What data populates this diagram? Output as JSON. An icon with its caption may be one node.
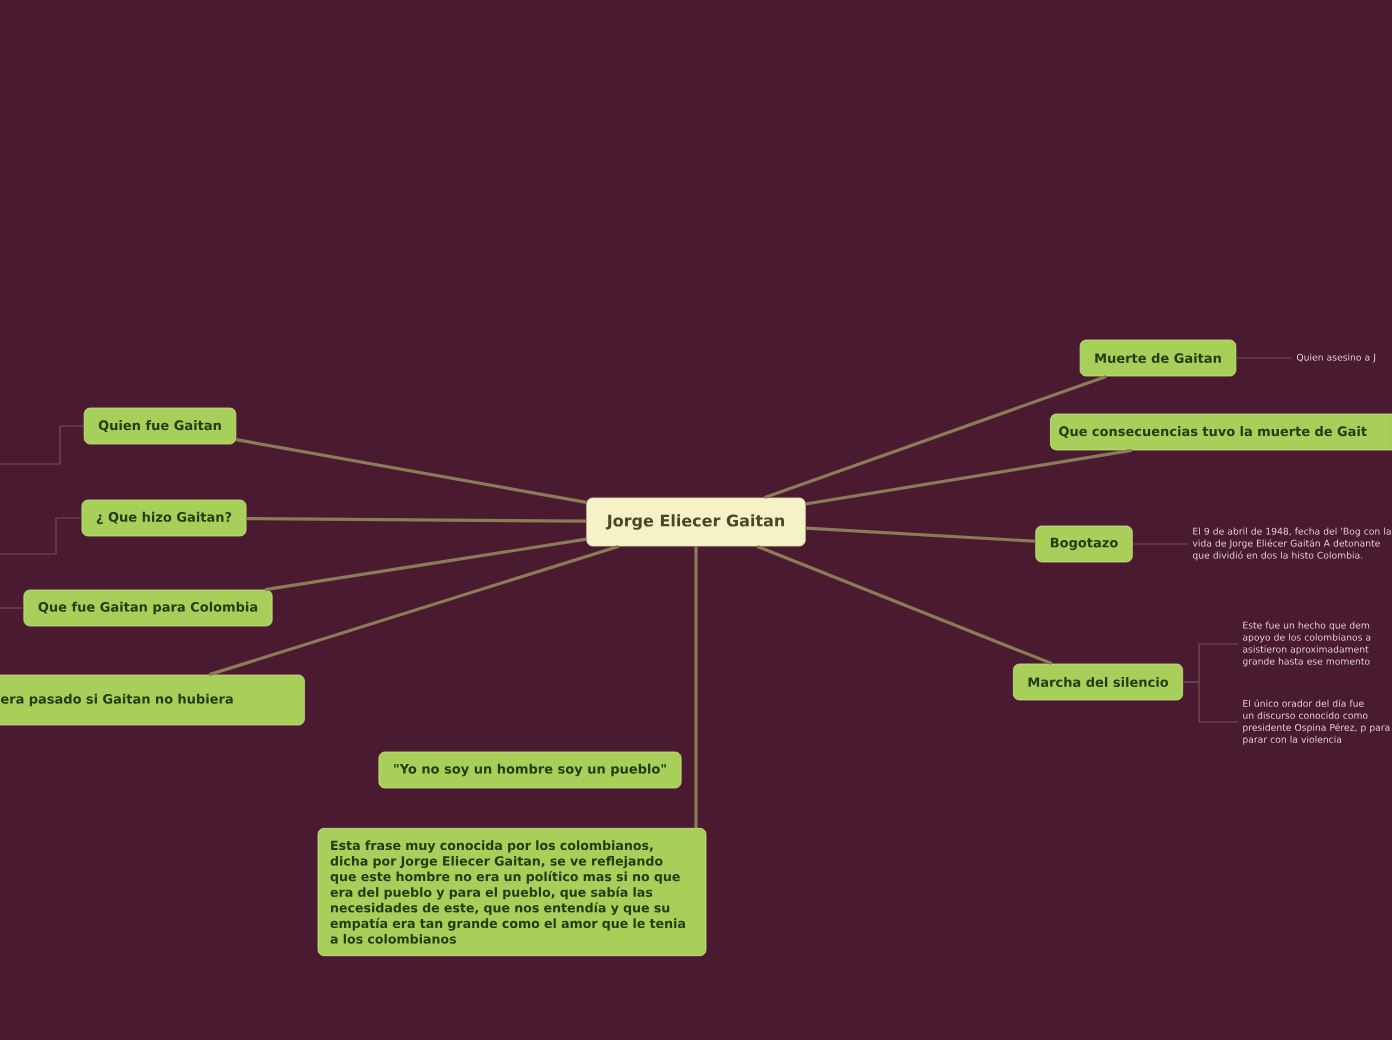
{
  "diagram": {
    "nodes": [
      {
        "text": [
          "Jorge Eliecer Gaitan"
        ]
      },
      {
        "text": [
          "Quien fue Gaitan"
        ]
      },
      {
        "text": [
          "¿ Que hizo Gaitan?"
        ]
      },
      {
        "text": [
          "Que fue Gaitan para Colombia"
        ]
      },
      {
        "text": [
          "era pasado si Gaitan no hubiera"
        ]
      },
      {
        "text": [
          "\"Yo no soy un hombre soy un pueblo\""
        ]
      },
      {
        "text": [
          "Esta frase muy conocida por los colombianos, dicha por Jorge Eliecer Gaitan, se ve reflejando que este hombre no era un político mas si no que era del pueblo y para el pueblo, que sabía las necesidades de este, que nos entendía y que su empatía era tan grande como el amor que le tenia a los colombianos"
        ]
      },
      {
        "text": [
          "Muerte de Gaitan"
        ]
      },
      {
        "text": [
          "Que consecuencias tuvo la muerte de Gait"
        ]
      },
      {
        "text": [
          "Bogotazo"
        ]
      },
      {
        "text": [
          "Marcha del silencio"
        ]
      },
      {
        "text": [
          "Quien asesino a J"
        ]
      },
      {
        "text": [
          "El 9 de abril de 1948, fecha del 'Bog con la vida de Jorge Eliécer Gaitán A detonante que dividió en dos la histo Colombia."
        ]
      },
      {
        "text": [
          "Este fue un hecho que dem apoyo de los colombianos a asistieron aproximadament grande hasta ese momento"
        ]
      },
      {
        "text": [
          "El único orador del día fue un discurso conocido como presidente Ospina Pérez, p para parar con la violencia"
        ]
      }
    ],
    "edges": [
      {
        "from": 0,
        "to": 1,
        "arrow": "none"
      },
      {
        "from": 0,
        "to": 2,
        "arrow": "none"
      },
      {
        "from": 0,
        "to": 3,
        "arrow": "none"
      },
      {
        "from": 0,
        "to": 4,
        "arrow": "none"
      },
      {
        "from": 0,
        "to": 6,
        "arrow": "none"
      },
      {
        "from": 0,
        "to": 7,
        "arrow": "none"
      },
      {
        "from": 0,
        "to": 8,
        "arrow": "none"
      },
      {
        "from": 0,
        "to": 9,
        "arrow": "none"
      },
      {
        "from": 0,
        "to": 10,
        "arrow": "none"
      },
      {
        "from": 7,
        "to": 11,
        "arrow": "none",
        "color": "#74504c"
      },
      {
        "from": 9,
        "to": 12,
        "arrow": "none",
        "color": "#74504c"
      },
      {
        "from": 10,
        "to": 13,
        "arrow": "none",
        "color": "#74504c"
      },
      {
        "from": 10,
        "to": 14,
        "arrow": "none",
        "color": "#74504c"
      },
      {
        "from": 1,
        "to": null,
        "arrow": "none",
        "color": "#74504c"
      },
      {
        "from": 2,
        "to": null,
        "arrow": "none",
        "color": "#74504c"
      },
      {
        "from": 3,
        "to": null,
        "arrow": "none",
        "color": "#74504c"
      }
    ]
  }
}
